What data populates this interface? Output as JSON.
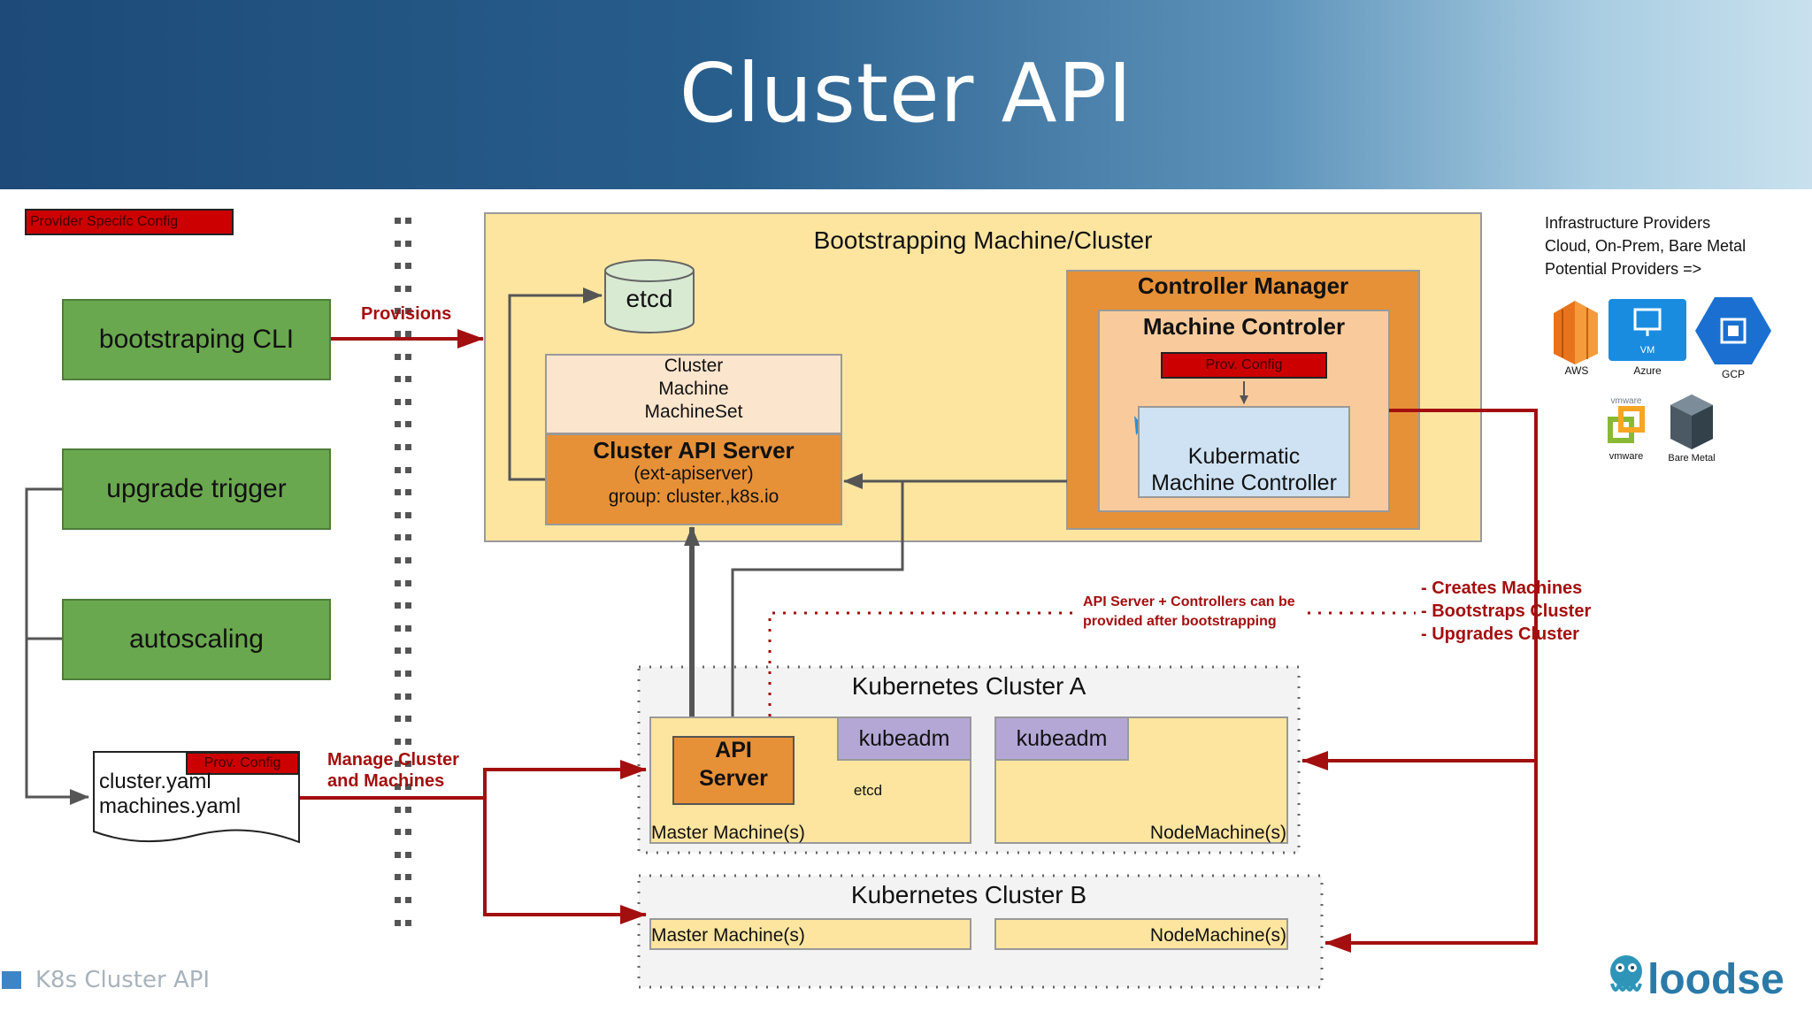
{
  "title": "Cluster API",
  "footer": {
    "label": "K8s Cluster API",
    "brand": "loodse"
  },
  "left": {
    "provider_config": "Provider Specifc Config",
    "bootstrap_cli": "bootstraping CLI",
    "upgrade_trigger": "upgrade trigger",
    "autoscaling": "autoscaling",
    "doc_tag": "Prov. Config",
    "doc_line1": "cluster.yaml",
    "doc_line2": "machines.yaml",
    "provisions": "Provisions",
    "manage_line1": "Manage Cluster",
    "manage_line2": "and Machines"
  },
  "bootstrap": {
    "title": "Bootstrapping Machine/Cluster",
    "etcd": "etcd",
    "resources": [
      "Cluster",
      "Machine",
      "MachineSet"
    ],
    "api_server_title": "Cluster API Server",
    "api_server_sub1": "(ext-apiserver)",
    "api_server_sub2": "group: cluster.,k8s.io",
    "controller_manager": "Controller Manager",
    "machine_controller": "Machine Controler",
    "prov_config": "Prov. Config",
    "kubermatic_line1": "Kubermatic",
    "kubermatic_line2": "Machine Controller"
  },
  "note": {
    "line1": "API Server + Controllers  can be",
    "line2": "provided after bootstrapping"
  },
  "creates": [
    "- Creates Machines",
    "- Bootstraps Cluster",
    "- Upgrades Cluster"
  ],
  "cluster_a": {
    "title": "Kubernetes Cluster A",
    "api_line1": "API",
    "api_line2": "Server",
    "kubeadm_master": "kubeadm",
    "kubeadm_node": "kubeadm",
    "etcd": "etcd",
    "master": "Master Machine(s)",
    "node": "NodeMachine(s)"
  },
  "cluster_b": {
    "title": "Kubernetes Cluster B",
    "master": "Master Machine(s)",
    "node": "NodeMachine(s)"
  },
  "providers": {
    "line1": "Infrastructure Providers",
    "line2": "Cloud, On-Prem, Bare Metal",
    "line3": "Potential Providers =>",
    "aws": "AWS",
    "azure": "Azure",
    "azure_vm": "VM",
    "gcp": "GCP",
    "vmware_brand": "vmware",
    "vmware": "vmware",
    "bare_metal": "Bare Metal"
  },
  "colors": {
    "dark_red": "#a30f0f",
    "green": "#6aa84f",
    "yellow": "#fde5a0",
    "orange": "#e69138",
    "peach": "#f9cb9c",
    "lavender": "#b4a7d6",
    "light_blue": "#cfe2f3"
  }
}
